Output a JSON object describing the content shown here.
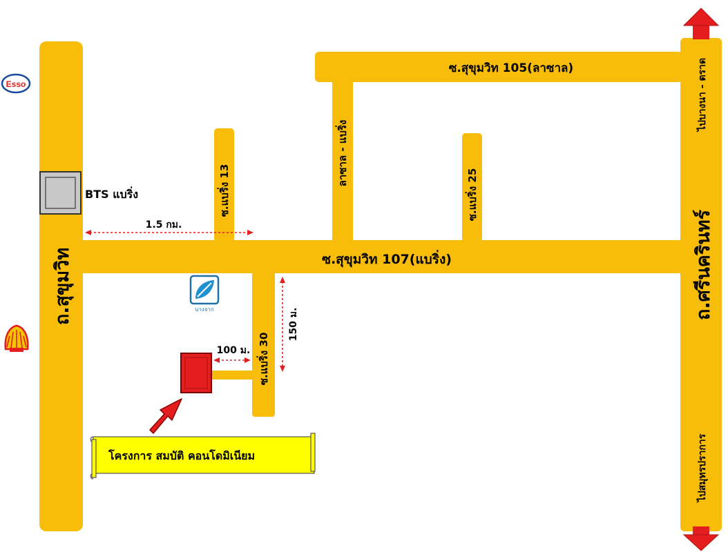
{
  "roads": {
    "sukhumvit_main": "ถ.สุขุมวิท",
    "srinakarin_main": "ถ.ศรีนครินทร์",
    "soi_107": "ซ.สุขุมวิท 107(แบริ่ง)",
    "soi_105": "ซ.สุขุมวิท 105(ลาซาล)",
    "soi_13": "ซ.แบริ่ง 13",
    "soi_25": "ซ.แบริ่ง 25",
    "soi_30": "ซ.แบริ่ง 30",
    "lasalle_bearing": "ลาซาล - แบริ่ง"
  },
  "directions": {
    "north": "ไปบางนา - ตราด",
    "south": "ไปสมุทรปราการ"
  },
  "landmarks": {
    "bts": "BTS แบริ่ง",
    "esso": "Esso",
    "bangchak": "บางจาก"
  },
  "distances": {
    "bts_to_soi13": "1.5 กม.",
    "soi30_length": "150 ม.",
    "to_project": "100 ม."
  },
  "project": {
    "name": "โครงการ สมบัติ คอนโดมิเนียม"
  },
  "colors": {
    "road": "#f8bd0b",
    "project": "#e41e1e",
    "arrow": "#e41e1e",
    "banner": "#ffff00",
    "dimension": "#e02020"
  }
}
